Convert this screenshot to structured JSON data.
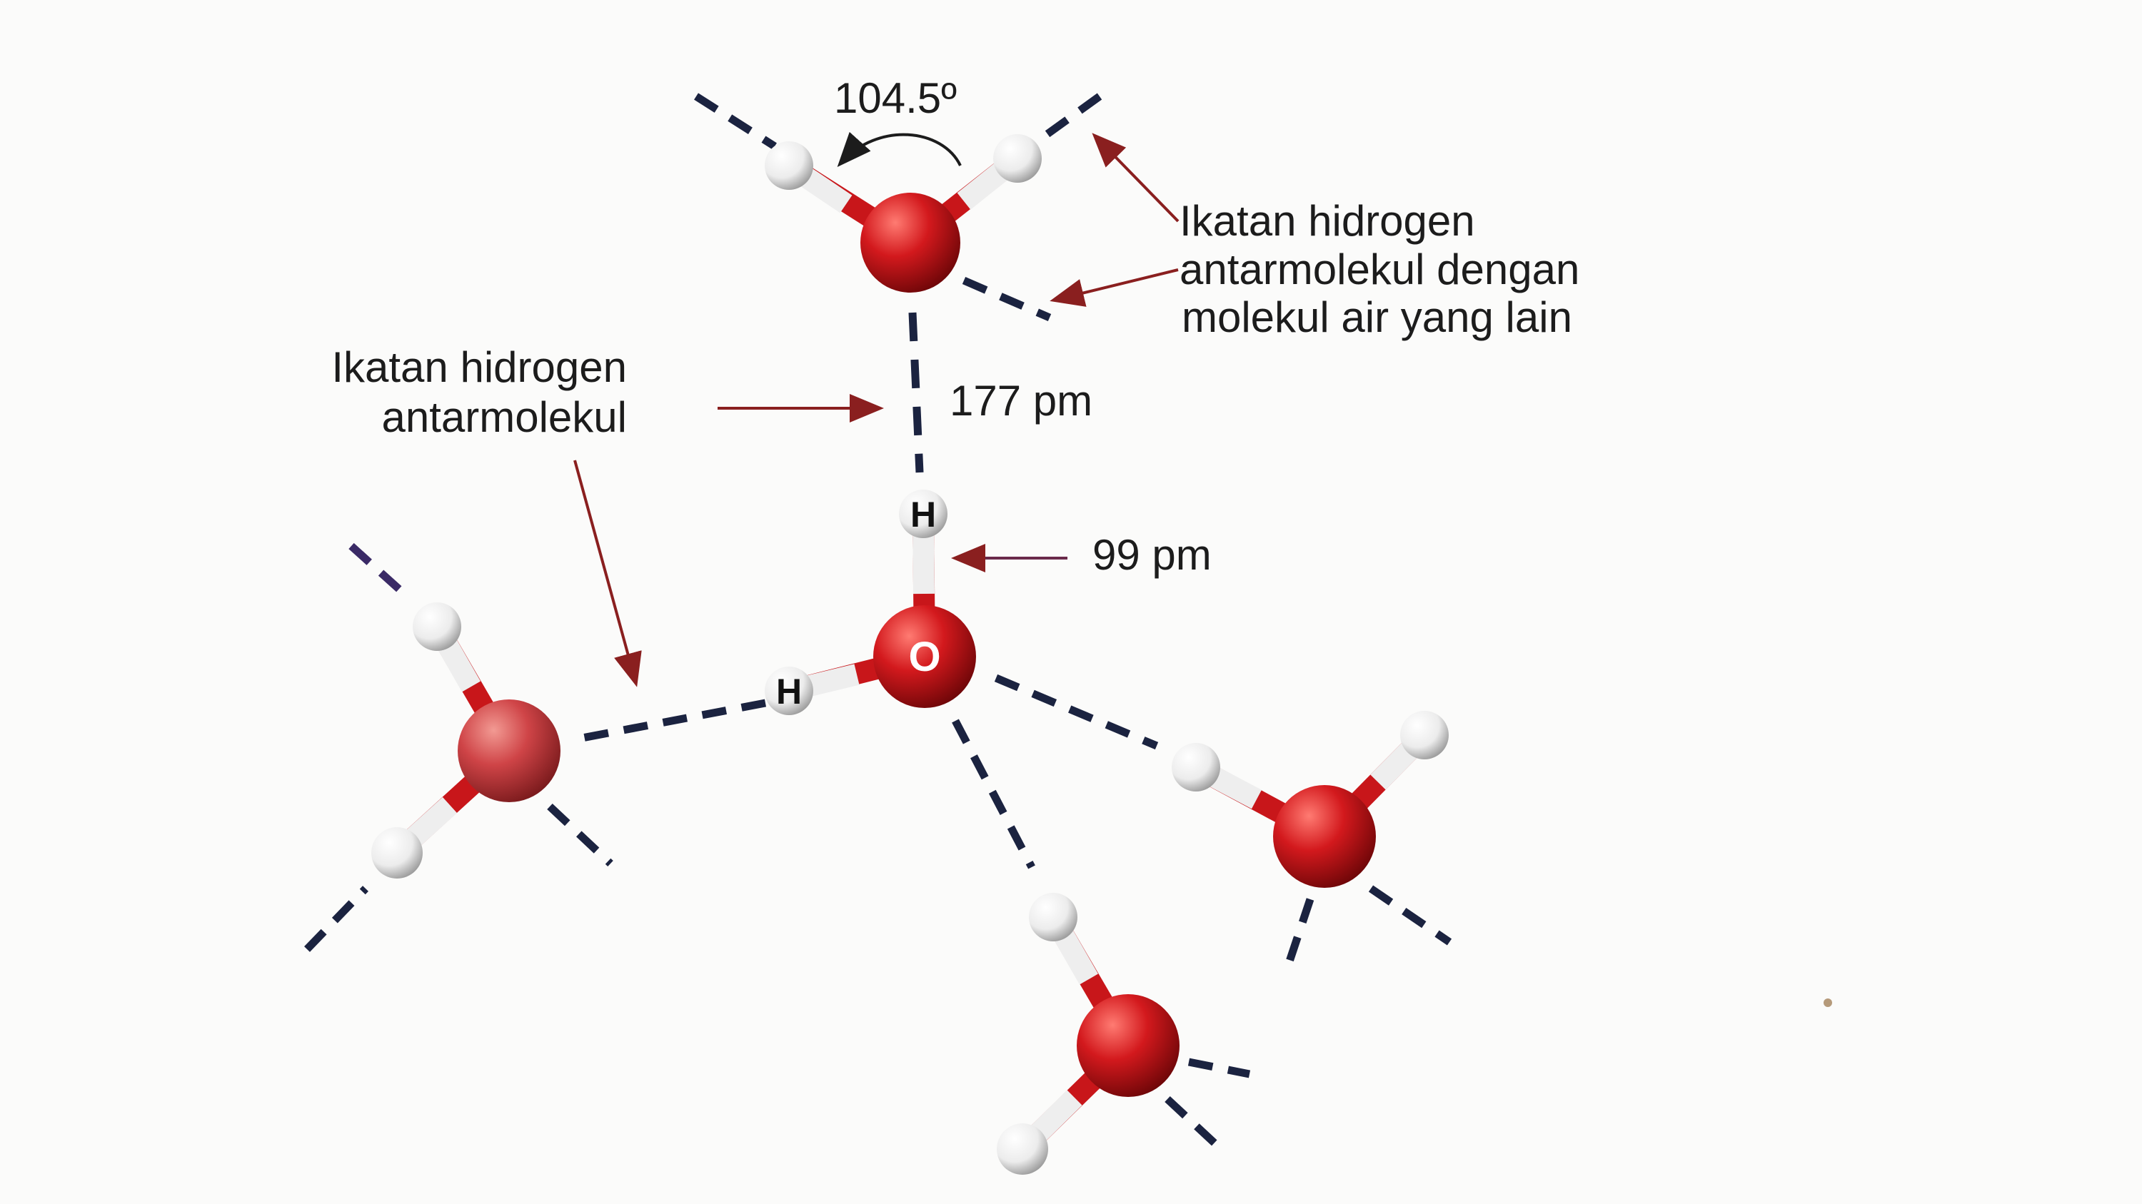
{
  "labels": {
    "angle": "104.5º",
    "hbond_other": [
      "Ikatan hidrogen",
      "antarmolekul dengan",
      "molekul air yang lain"
    ],
    "hbond": [
      "Ikatan hidrogen",
      "antarmolekul"
    ],
    "hbond_length": "177 pm",
    "covalent_length": "99 pm"
  },
  "atoms": {
    "hydrogen": "H",
    "oxygen": "O"
  },
  "colors": {
    "oxygen": "#c8161a",
    "hydrogen": "#f2f2f2",
    "dash": "#1b2340",
    "arrow": "#8a1f1f",
    "text": "#1c1c1c"
  }
}
